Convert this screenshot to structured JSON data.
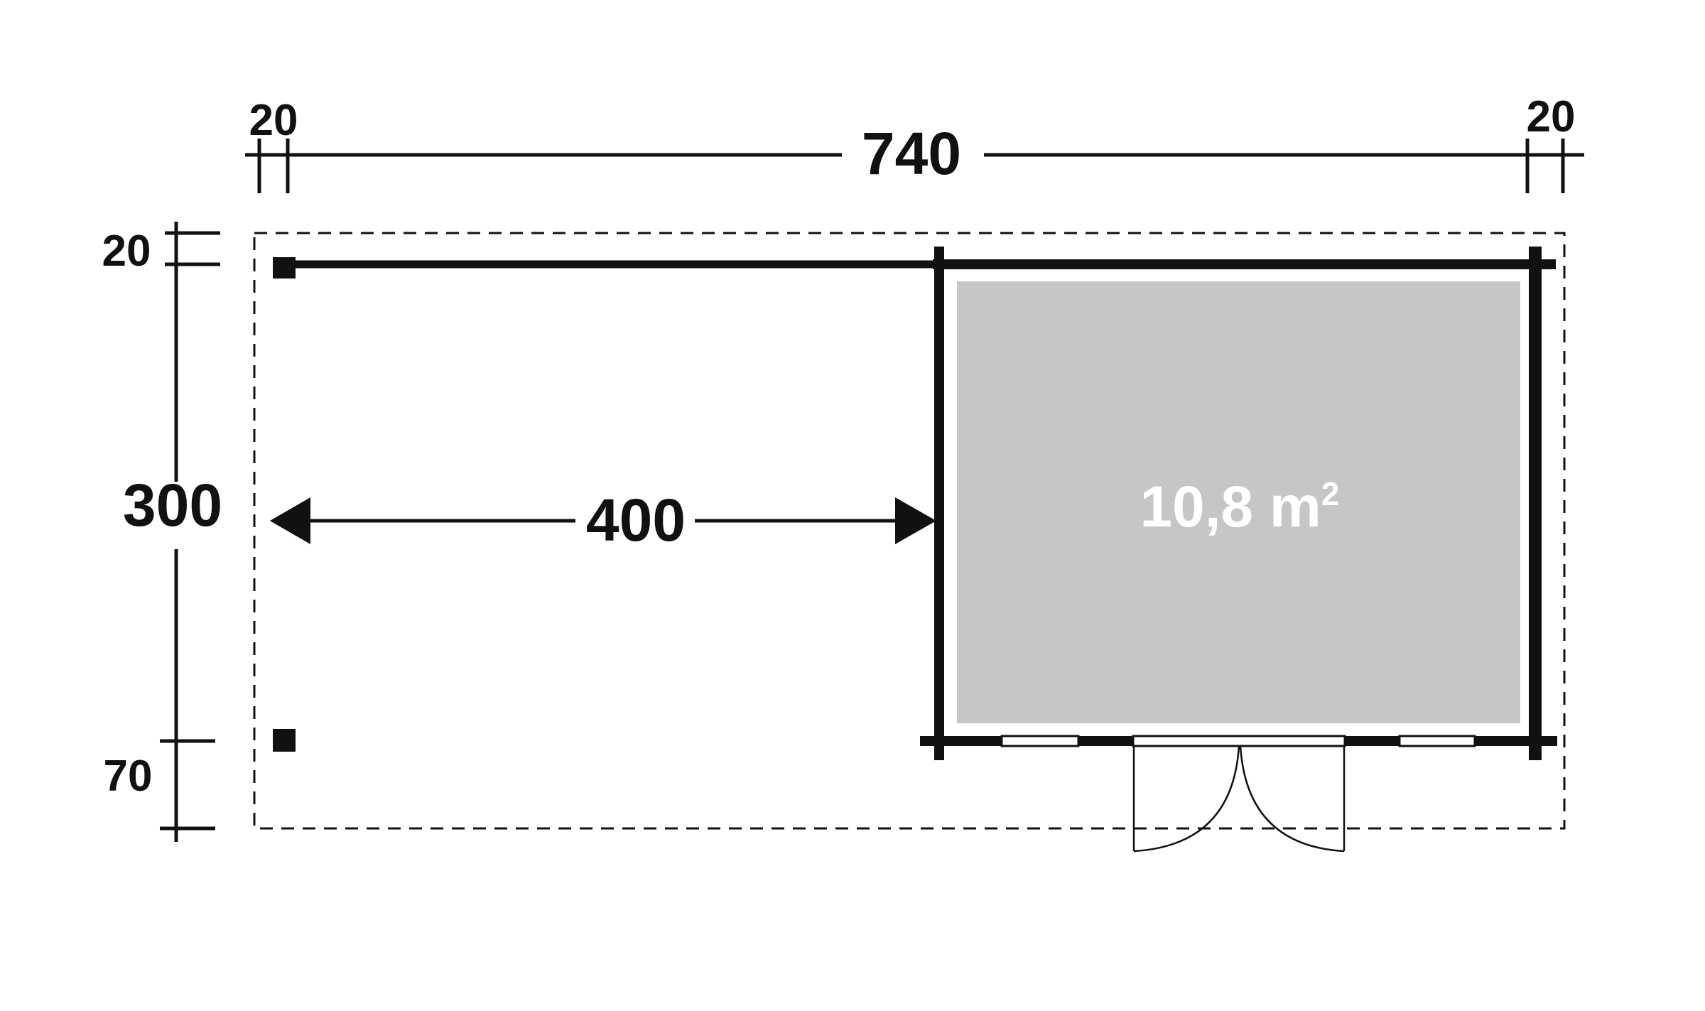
{
  "dimensions": {
    "top_left_offset": "20",
    "total_width": "740",
    "top_right_offset": "20",
    "side_top_offset": "20",
    "depth": "300",
    "bottom_offset": "70",
    "canopy_width": "400"
  },
  "room": {
    "area_number": "10,8 m",
    "area_superscript": "2"
  },
  "colors": {
    "line": "#111111",
    "floor": "#c6c6c6",
    "background": "#ffffff",
    "area_text": "#ffffff"
  }
}
